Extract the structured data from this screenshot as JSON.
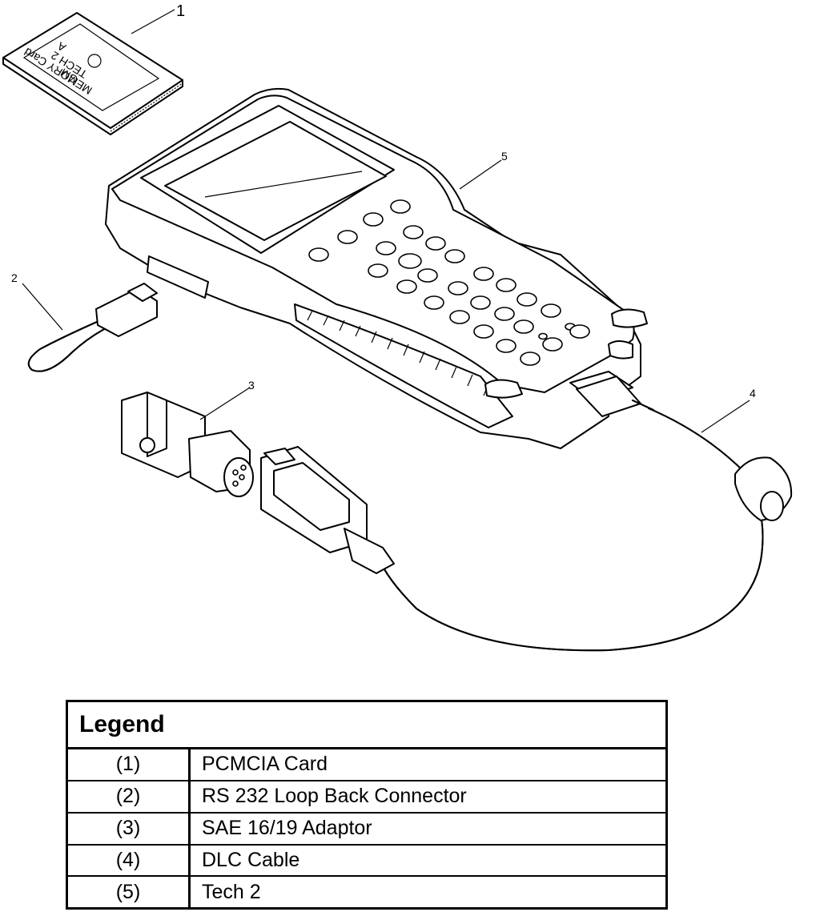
{
  "callouts": [
    "1",
    "2",
    "3",
    "4",
    "5"
  ],
  "card": {
    "brand": "TECH 2",
    "card_text": "MEMORY Card",
    "logo_text": "GM",
    "mark": "A"
  },
  "legend": {
    "title": "Legend",
    "rows": [
      {
        "num": "(1)",
        "label": "PCMCIA Card"
      },
      {
        "num": "(2)",
        "label": "RS 232 Loop Back Connector"
      },
      {
        "num": "(3)",
        "label": "SAE 16/19 Adaptor"
      },
      {
        "num": "(4)",
        "label": "DLC Cable"
      },
      {
        "num": "(5)",
        "label": "Tech 2"
      }
    ]
  }
}
